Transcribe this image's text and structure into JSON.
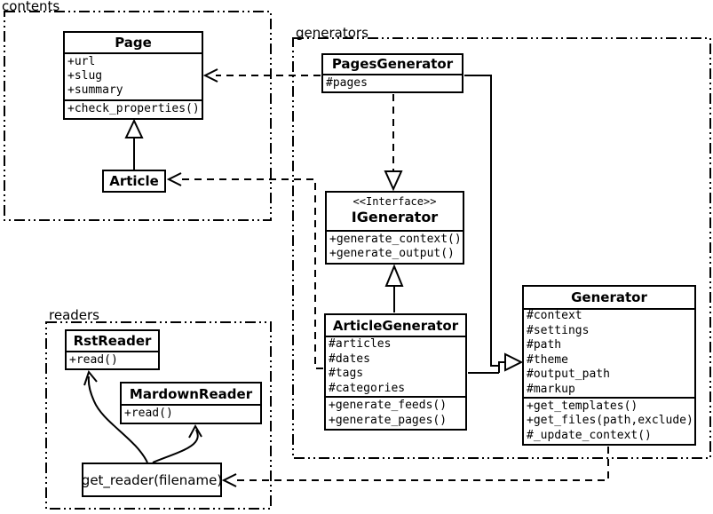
{
  "packages": {
    "contents": {
      "label": "contents"
    },
    "generators": {
      "label": "generators"
    },
    "readers": {
      "label": "readers"
    }
  },
  "classes": {
    "page": {
      "name": "Page",
      "attributes": [
        "+url",
        "+slug",
        "+summary"
      ],
      "methods": [
        "+check_properties()"
      ]
    },
    "article": {
      "name": "Article"
    },
    "pages_generator": {
      "name": "PagesGenerator",
      "attributes": [
        "#pages"
      ]
    },
    "igenerator": {
      "stereotype": "<<Interface>>",
      "name": "IGenerator",
      "methods": [
        "+generate_context()",
        "+generate_output()"
      ]
    },
    "article_generator": {
      "name": "ArticleGenerator",
      "attributes": [
        "#articles",
        "#dates",
        "#tags",
        "#categories"
      ],
      "methods": [
        "+generate_feeds()",
        "+generate_pages()"
      ]
    },
    "generator": {
      "name": "Generator",
      "attributes": [
        "#context",
        "#settings",
        "#path",
        "#theme",
        "#output_path",
        "#markup"
      ],
      "methods": [
        "+get_templates()",
        "+get_files(path,exclude)",
        "#_update_context()"
      ]
    },
    "rst_reader": {
      "name": "RstReader",
      "methods": [
        "+read()"
      ]
    },
    "markdown_reader": {
      "name": "MardownReader",
      "methods": [
        "+read()"
      ]
    },
    "get_reader": {
      "label": "get_reader(filename)"
    }
  },
  "relationships": [
    {
      "from": "Article",
      "to": "Page",
      "type": "inheritance"
    },
    {
      "from": "PagesGenerator",
      "to": "Page",
      "type": "dependency"
    },
    {
      "from": "ArticleGenerator",
      "to": "Article",
      "type": "dependency"
    },
    {
      "from": "PagesGenerator",
      "to": "IGenerator",
      "type": "realization"
    },
    {
      "from": "ArticleGenerator",
      "to": "IGenerator",
      "type": "realization"
    },
    {
      "from": "PagesGenerator",
      "to": "Generator",
      "type": "inheritance"
    },
    {
      "from": "ArticleGenerator",
      "to": "Generator",
      "type": "inheritance"
    },
    {
      "from": "Generator",
      "to": "get_reader(filename)",
      "type": "dependency"
    },
    {
      "from": "get_reader(filename)",
      "to": "RstReader",
      "type": "arrow"
    },
    {
      "from": "get_reader(filename)",
      "to": "MardownReader",
      "type": "arrow"
    }
  ],
  "colors": {
    "line": "#000000",
    "background": "#ffffff",
    "box_fill": "#ffffff"
  }
}
